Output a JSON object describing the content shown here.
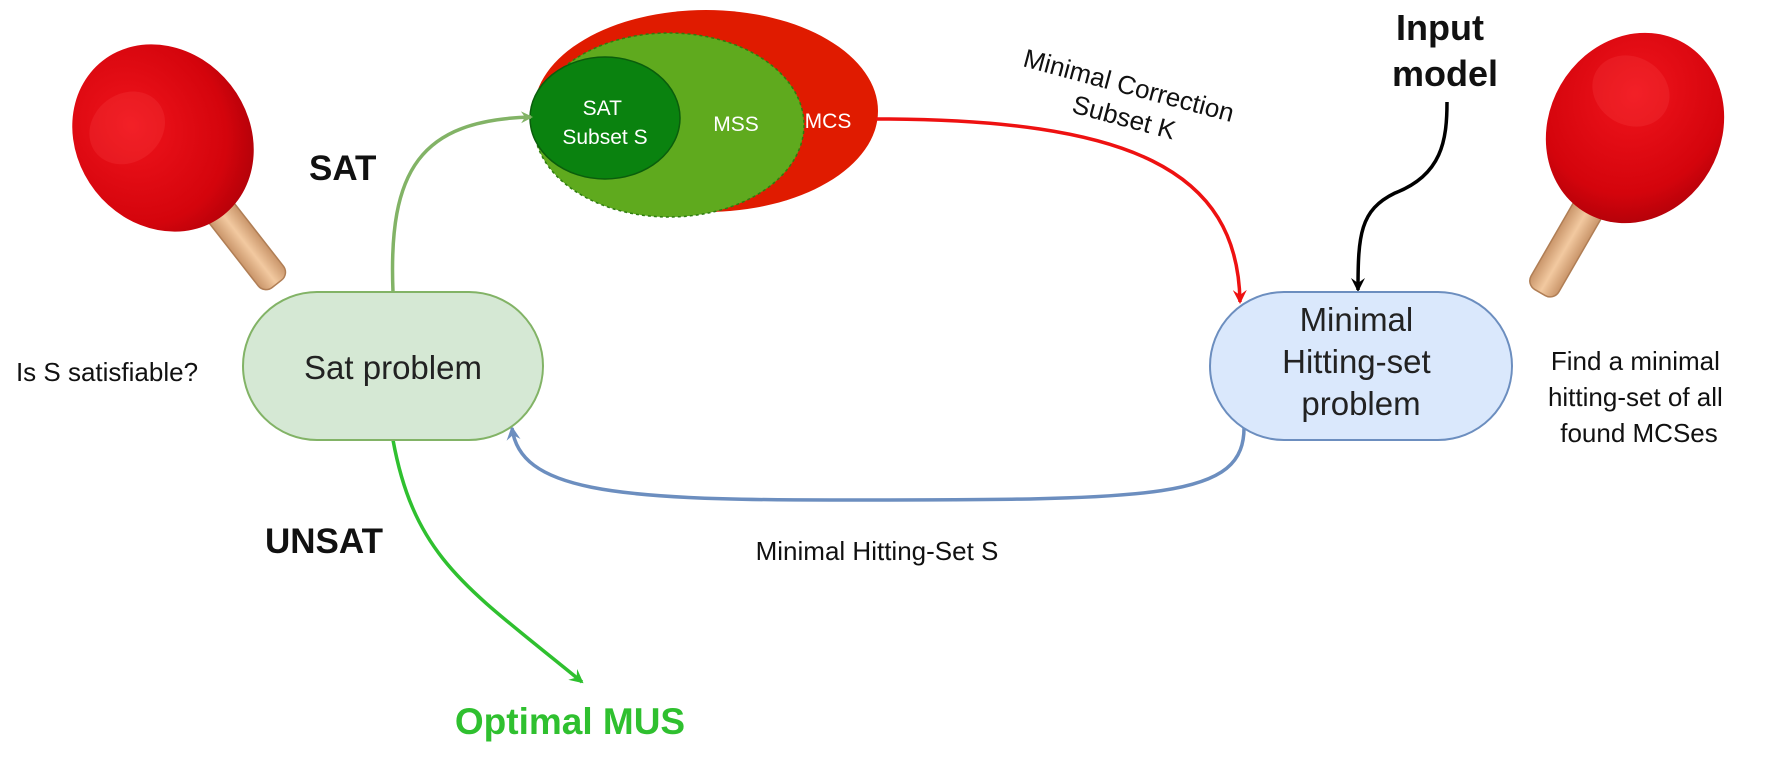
{
  "nodes": {
    "sat_problem": "Sat problem",
    "hitting_set": [
      "Minimal",
      "Hitting-set",
      "problem"
    ]
  },
  "venn": {
    "inner": [
      "SAT",
      "Subset S"
    ],
    "middle": "MSS",
    "outer": "MCS"
  },
  "edges": {
    "sat": "SAT",
    "unsat": "UNSAT",
    "mcs_to_hs": [
      "Minimal Correction",
      "Subset K"
    ],
    "hs_to_sat": "Minimal Hitting-Set S"
  },
  "annotations": {
    "left_question": "Is S satisfiable?",
    "right_note": [
      "Find a minimal",
      "hitting-set of all",
      "found MCSes"
    ],
    "input_model": [
      "Input",
      "model"
    ],
    "result": "Optimal MUS"
  },
  "colors": {
    "sat_node_fill": "#d5e8d4",
    "sat_node_stroke": "#82b366",
    "hs_node_fill": "#dae8fc",
    "hs_node_stroke": "#6c8ebf",
    "mcs_red": "#e01b00",
    "mss_green": "#5faa1e",
    "sat_subset_green": "#0a820f",
    "arrow_sat": "#82b366",
    "arrow_unsat": "#2fc02f",
    "arrow_mcs": "#ee1111",
    "arrow_hs": "#6c8ebf",
    "result_text": "#2fc02f"
  },
  "icons": [
    "ping-pong-paddle-icon",
    "ping-pong-paddle-icon"
  ]
}
